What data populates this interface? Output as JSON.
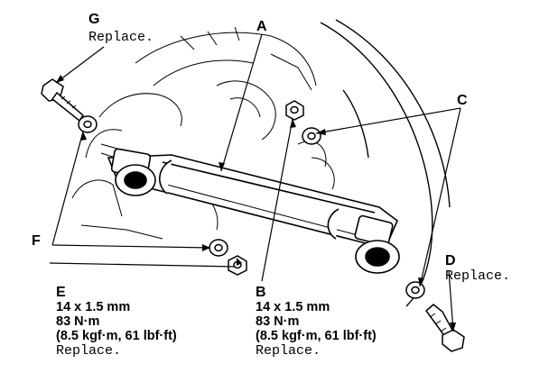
{
  "callouts": {
    "a": {
      "letter": "A"
    },
    "b": {
      "letter": "B",
      "size": "14 x 1.5 mm",
      "torque_nm": "83 N·m",
      "torque_alt": "(8.5 kgf·m, 61 lbf·ft)",
      "note": "Replace."
    },
    "c": {
      "letter": "C"
    },
    "d": {
      "letter": "D",
      "note": "Replace."
    },
    "e": {
      "letter": "E",
      "size": "14 x 1.5 mm",
      "torque_nm": "83 N·m",
      "torque_alt": "(8.5 kgf·m, 61 lbf·ft)",
      "note": "Replace."
    },
    "f": {
      "letter": "F"
    },
    "g": {
      "letter": "G",
      "note": "Replace."
    }
  }
}
